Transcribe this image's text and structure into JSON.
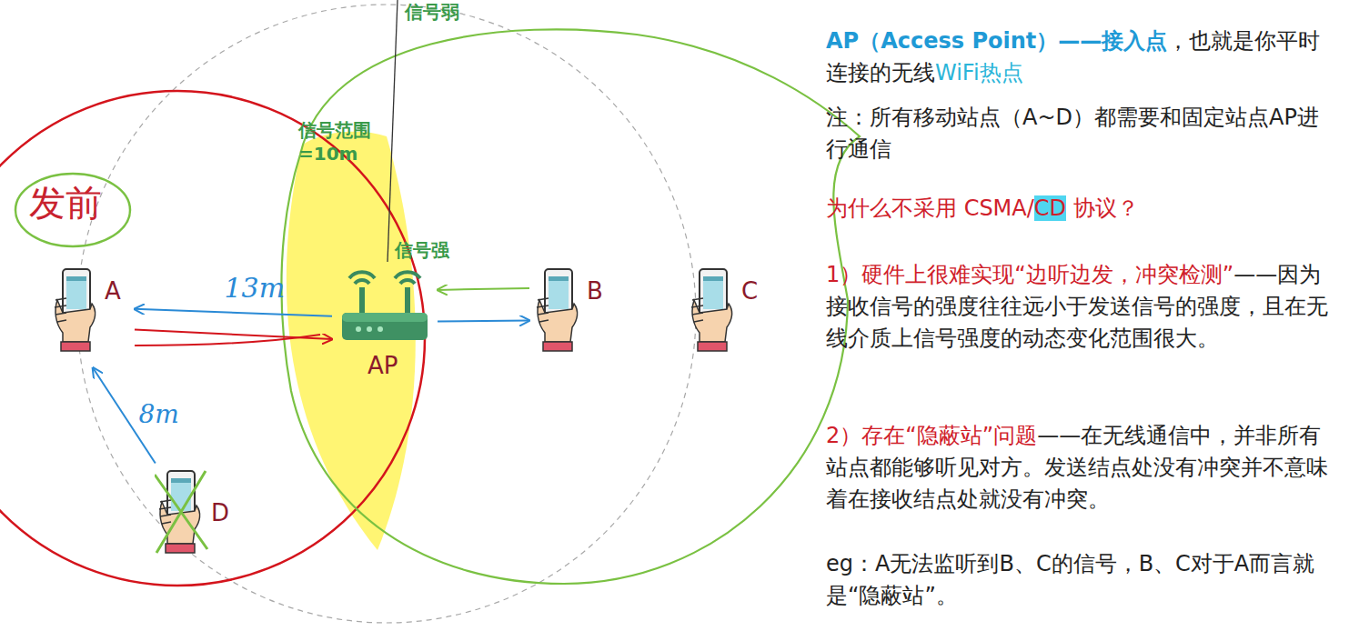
{
  "diagram": {
    "nodes": [
      {
        "text": [
          "发前"
        ]
      },
      {
        "text": [
          "A"
        ]
      },
      {
        "text": [
          "AP"
        ]
      },
      {
        "text": [
          "B"
        ]
      },
      {
        "text": [
          "C"
        ]
      },
      {
        "text": [
          "D"
        ]
      }
    ],
    "edges": [
      {
        "from": 2,
        "to": 1,
        "arrow": "to",
        "label": "13m"
      },
      {
        "from": 1,
        "to": 2,
        "arrow": "to"
      },
      {
        "from": 2,
        "to": 3,
        "arrow": "to"
      },
      {
        "from": 3,
        "to": 2,
        "arrow": "to"
      },
      {
        "from": 5,
        "to": 1,
        "arrow": "to",
        "label": "8m"
      }
    ],
    "labels": [
      "信号弱",
      "信号范围 =10m",
      "信号强",
      "AP（Access Point）——接入点",
      "，也就是你平时连接的无线",
      "WiFi热点",
      "注：所有移动站点（A~D）都需要和固定站点AP进行通信",
      "为什么不采用 CSMA/",
      "CD",
      "协议？",
      "1）硬件上很难实现“边听边发，冲突检测”",
      "——因为接收信号的强度往往远小于发送信号的强度，且在无线介质上信号强度的动态变化范围很大。",
      "2）存在“隐蔽站”问题",
      "——在无线通信中，并非所有站点都能够听见对方。发送结点处没有冲突并不意味着在接收结点处就没有冲突。",
      "eg：A无法监听到B、C的信号，B、C对于A而言就是“隐蔽站”。"
    ]
  }
}
